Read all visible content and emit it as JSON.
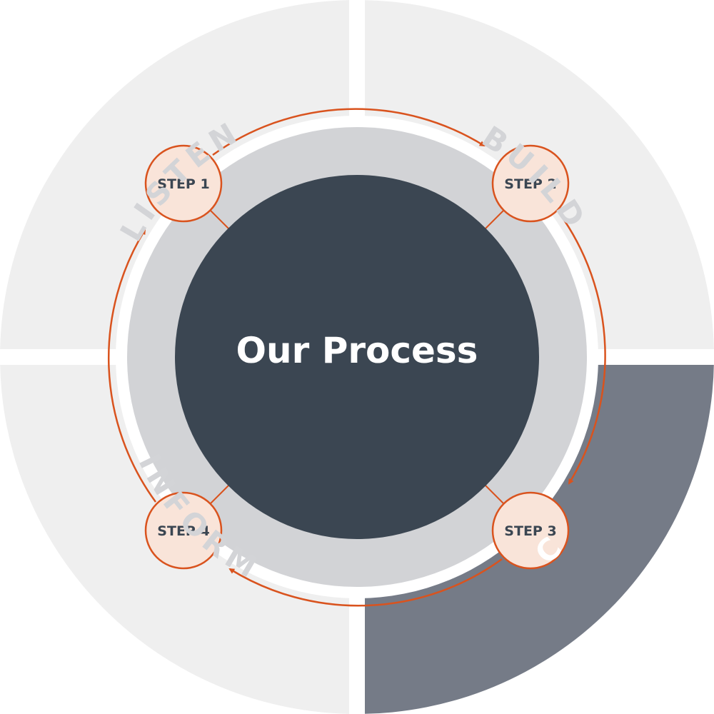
{
  "diagram": {
    "center_title": "Our Process",
    "quadrants": [
      {
        "id": "listen",
        "label": "LISTEN",
        "highlighted": false
      },
      {
        "id": "build",
        "label": "BUILD",
        "highlighted": false
      },
      {
        "id": "act",
        "label": "ACT",
        "highlighted": true
      },
      {
        "id": "inform",
        "label": "INFORM",
        "highlighted": false
      }
    ],
    "steps": [
      {
        "label": "STEP 1"
      },
      {
        "label": "STEP 2"
      },
      {
        "label": "STEP 3"
      },
      {
        "label": "STEP 4"
      }
    ],
    "flow_direction": "clockwise",
    "colors": {
      "quadrant_fill": "#efefef",
      "quadrant_active_fill": "#757b87",
      "quadrant_label": "#d3d4d7",
      "quadrant_active_label": "#ffffff",
      "middle_ring": "#d2d3d6",
      "center_fill": "#3b4652",
      "center_text": "#ffffff",
      "accent": "#d9531e",
      "step_fill": "#f9e4d9",
      "step_text": "#3b4652"
    }
  }
}
